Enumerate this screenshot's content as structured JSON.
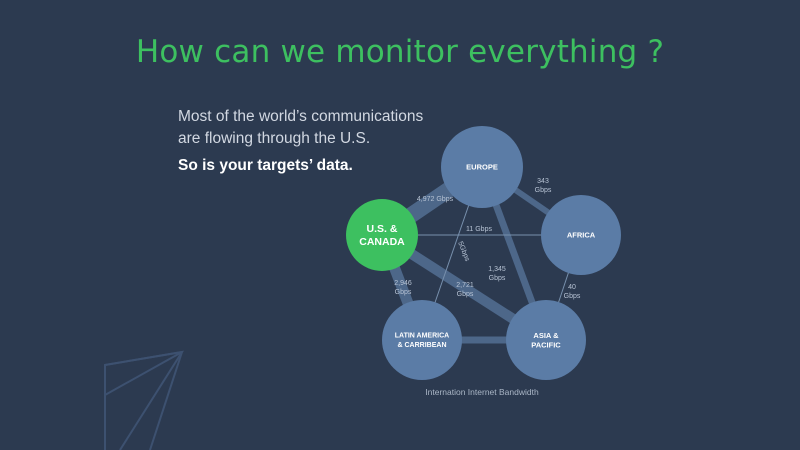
{
  "slide": {
    "title": "How can we monitor everything ?",
    "intro_lines": [
      "Most of the world’s communications",
      "are flowing through the U.S."
    ],
    "tagline": "So is your targets’ data.",
    "caption": "Internation Internet Bandwidth"
  },
  "colors": {
    "background": "#2c3a50",
    "accent": "#3dc060",
    "node": "#5b7ca6",
    "highlight_node": "#3dc060",
    "link": "#4d6789",
    "thin_link": "#7890ad"
  },
  "diagram": {
    "nodes": [
      {
        "id": "europe",
        "lines": [
          "EUROPE"
        ],
        "highlight": false
      },
      {
        "id": "us",
        "lines": [
          "U.S. &",
          "CANADA"
        ],
        "highlight": true
      },
      {
        "id": "africa",
        "lines": [
          "AFRICA"
        ],
        "highlight": false
      },
      {
        "id": "latam",
        "lines": [
          "LATIN AMERICA",
          "& CARRIBEAN"
        ],
        "highlight": false
      },
      {
        "id": "asia",
        "lines": [
          "ASIA &",
          "PACIFIC"
        ],
        "highlight": false
      }
    ],
    "links": [
      {
        "from": "us",
        "to": "europe",
        "lines": [
          "4,972 Gbps"
        ],
        "value_gbps": 4972
      },
      {
        "from": "us",
        "to": "latam",
        "lines": [
          "2,946",
          "Gbps"
        ],
        "value_gbps": 2946
      },
      {
        "from": "us",
        "to": "asia",
        "lines": [
          "2,721",
          "Gbps"
        ],
        "value_gbps": 2721
      },
      {
        "from": "europe",
        "to": "asia",
        "lines": [
          "1,345",
          "Gbps"
        ],
        "value_gbps": 1345
      },
      {
        "from": "europe",
        "to": "africa",
        "lines": [
          "343",
          "Gbps"
        ],
        "value_gbps": 343
      },
      {
        "from": "us",
        "to": "africa",
        "lines": [
          "11 Gbps"
        ],
        "value_gbps": 11
      },
      {
        "from": "europe",
        "to": "latam",
        "lines": [
          "5Gbps"
        ],
        "value_gbps": 5
      },
      {
        "from": "africa",
        "to": "asia",
        "lines": [
          "40",
          "Gbps"
        ],
        "value_gbps": 40
      },
      {
        "from": "latam",
        "to": "asia",
        "lines": [],
        "value_gbps": null
      }
    ]
  }
}
